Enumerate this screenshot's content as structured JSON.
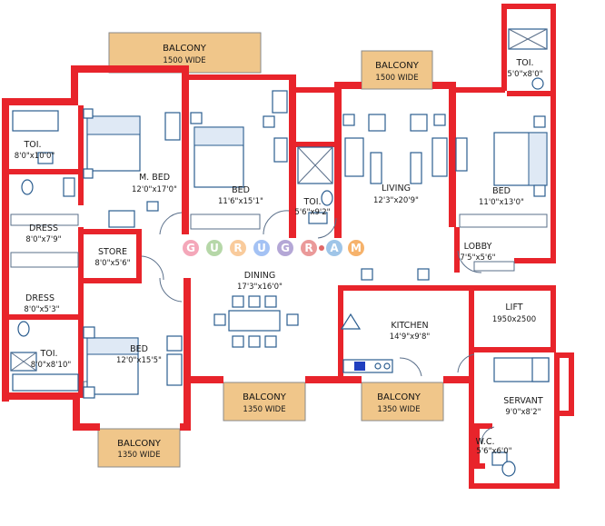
{
  "watermark": {
    "letters": [
      "G",
      "U",
      "R",
      "U",
      "G",
      "R",
      "A",
      "M"
    ],
    "colors": [
      "#f4a7b9",
      "#b6d7a8",
      "#f9cb9c",
      "#a4c2f4",
      "#b4a7d6",
      "#ea9999",
      "#9fc5e8",
      "#f6b26b"
    ]
  },
  "colors": {
    "wall": "#e8242b",
    "balcony": "#f0c68a",
    "furniture": "#2b5d8f"
  },
  "rooms": {
    "balcony_top_left": {
      "name": "BALCONY",
      "dim": "1500 WIDE"
    },
    "balcony_top_mid": {
      "name": "BALCONY",
      "dim": "1500 WIDE"
    },
    "toi_top_right": {
      "name": "TOI.",
      "dim": "5'0\"x8'0\""
    },
    "toi_left": {
      "name": "TOI.",
      "dim": "8'0\"x10'0\""
    },
    "m_bed": {
      "name": "M. BED",
      "dim": "12'0\"x17'0\""
    },
    "bed_center": {
      "name": "BED",
      "dim": "11'6\"x15'1\""
    },
    "toi_center": {
      "name": "TOI.",
      "dim": "5'6\"x9'2\""
    },
    "living": {
      "name": "LIVING",
      "dim": "12'3\"x20'9\""
    },
    "bed_right": {
      "name": "BED",
      "dim": "11'0\"x13'0\""
    },
    "dress_top": {
      "name": "DRESS",
      "dim": "8'0\"x7'9\""
    },
    "store": {
      "name": "STORE",
      "dim": "8'0\"x5'6\""
    },
    "lobby": {
      "name": "LOBBY",
      "dim": "7'5\"x5'6\""
    },
    "dining": {
      "name": "DINING",
      "dim": "17'3\"x16'0\""
    },
    "dress_bottom": {
      "name": "DRESS",
      "dim": "8'0\"x5'3\""
    },
    "kitchen": {
      "name": "KITCHEN",
      "dim": "14'9\"x9'8\""
    },
    "lift": {
      "name": "LIFT",
      "dim": "1950x2500"
    },
    "toi_bottom_left": {
      "name": "TOI.",
      "dim": "8'0\"x8'10\""
    },
    "bed_bottom": {
      "name": "BED",
      "dim": "12'0\"x15'5\""
    },
    "balcony_bottom_mid": {
      "name": "BALCONY",
      "dim": "1350 WIDE"
    },
    "balcony_bottom_kitchen": {
      "name": "BALCONY",
      "dim": "1350 WIDE"
    },
    "servant": {
      "name": "SERVANT",
      "dim": "9'0\"x8'2\""
    },
    "wc": {
      "name": "W.C.",
      "dim": "5'6\"x6'0\""
    },
    "balcony_bottom_left": {
      "name": "BALCONY",
      "dim": "1350 WIDE"
    }
  }
}
